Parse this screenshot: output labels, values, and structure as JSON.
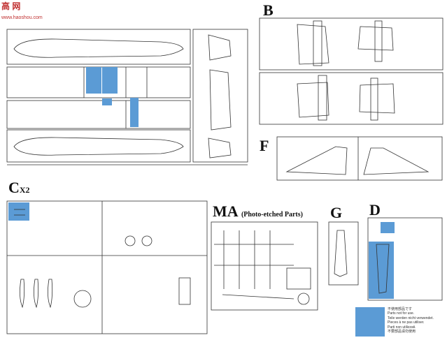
{
  "watermark": {
    "logo": "高 网",
    "url": "www.haoshou.com"
  },
  "sections": {
    "b": {
      "label": "B"
    },
    "f": {
      "label": "F"
    },
    "c": {
      "label": "C",
      "multiplier": "X2"
    },
    "ma": {
      "label": "MA",
      "note": "(Photo-etched Parts)"
    },
    "g": {
      "label": "G"
    },
    "d": {
      "label": "D"
    }
  },
  "legend": {
    "lines": [
      "不使用部品です",
      "Parts not for use.",
      "Teile werden nicht verwendet.",
      "Pieces à ne pas utiliser.",
      "Parti non utilizzati.",
      "不要部品请勿使用"
    ]
  },
  "colors": {
    "highlight": "#5b9bd5",
    "line": "#333333"
  }
}
